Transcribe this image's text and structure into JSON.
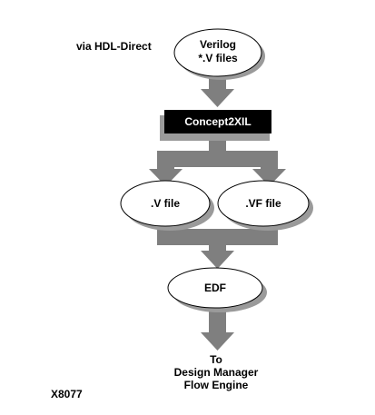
{
  "source_label": "via HDL-Direct",
  "nodes": {
    "verilog": {
      "line1": "Verilog",
      "line2": "*.V files"
    },
    "concept2xil": {
      "label": "Concept2XIL"
    },
    "v_file": {
      "label": ".V file"
    },
    "vf_file": {
      "label": ".VF file"
    },
    "edf": {
      "label": "EDF"
    }
  },
  "destination": {
    "line1": "To",
    "line2": "Design Manager",
    "line3": "Flow Engine"
  },
  "figure_id": "X8077",
  "colors": {
    "arrow": "#7f7f7f",
    "box_fill": "#000000",
    "box_shadow": "#9a9a9a",
    "ellipse_stroke": "#000000",
    "ellipse_shadow": "#9a9a9a",
    "text": "#000000",
    "box_text": "#ffffff"
  }
}
